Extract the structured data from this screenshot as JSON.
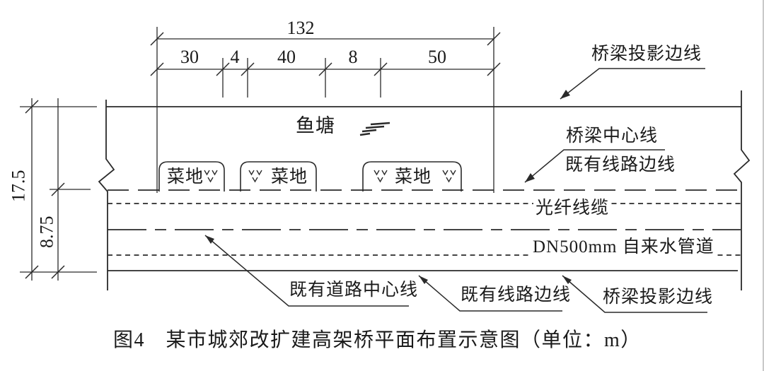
{
  "drawing": {
    "caption": "图4　某市城郊改扩建高架桥平面布置示意图（单位：m）",
    "dims": {
      "total": "132",
      "seg1": "30",
      "seg2": "4",
      "seg3": "40",
      "seg4": "8",
      "seg5": "50",
      "height_total": "17.5",
      "height_half": "8.75"
    },
    "areas": {
      "fish_pond": "鱼塘",
      "plot1": "菜地",
      "plot2": "菜地",
      "plot3": "菜地"
    },
    "callouts": {
      "bridge_edge_top": "桥梁投影边线",
      "bridge_center": "桥梁中心线",
      "existing_edge_right": "既有线路边线",
      "fiber_cable": "光纤线缆",
      "water_pipe": "DN500mm 自来水管道",
      "road_center": "既有道路中心线",
      "existing_edge_bottom": "既有线路边线",
      "bridge_edge_bottom": "桥梁投影边线"
    },
    "colors": {
      "line": "#2a2a2a",
      "text": "#1a1a1a",
      "page_edge": "#c9c9c9"
    }
  }
}
